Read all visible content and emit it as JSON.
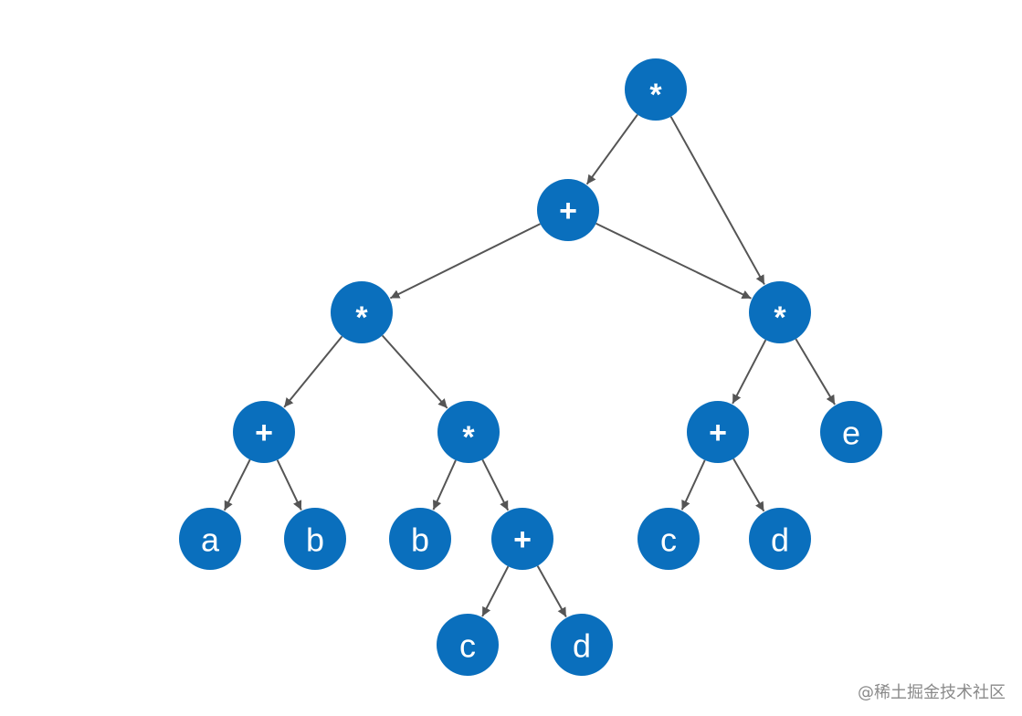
{
  "diagram": {
    "nodes": [
      {
        "id": "n1",
        "label": "*"
      },
      {
        "id": "n2",
        "label": "+"
      },
      {
        "id": "n3",
        "label": "*"
      },
      {
        "id": "n4",
        "label": "*"
      },
      {
        "id": "n5",
        "label": "+"
      },
      {
        "id": "n6",
        "label": "*"
      },
      {
        "id": "n7",
        "label": "+"
      },
      {
        "id": "n8",
        "label": "e"
      },
      {
        "id": "n9",
        "label": "a"
      },
      {
        "id": "n10",
        "label": "b"
      },
      {
        "id": "n11",
        "label": "b"
      },
      {
        "id": "n12",
        "label": "+"
      },
      {
        "id": "n13",
        "label": "c"
      },
      {
        "id": "n14",
        "label": "d"
      },
      {
        "id": "n15",
        "label": "c"
      },
      {
        "id": "n16",
        "label": "d"
      }
    ],
    "edges": [
      {
        "from": "n1",
        "to": "n2"
      },
      {
        "from": "n1",
        "to": "n4"
      },
      {
        "from": "n2",
        "to": "n3"
      },
      {
        "from": "n2",
        "to": "n4"
      },
      {
        "from": "n3",
        "to": "n5"
      },
      {
        "from": "n3",
        "to": "n6"
      },
      {
        "from": "n4",
        "to": "n7"
      },
      {
        "from": "n4",
        "to": "n8"
      },
      {
        "from": "n5",
        "to": "n9"
      },
      {
        "from": "n5",
        "to": "n10"
      },
      {
        "from": "n6",
        "to": "n11"
      },
      {
        "from": "n6",
        "to": "n12"
      },
      {
        "from": "n7",
        "to": "n13"
      },
      {
        "from": "n7",
        "to": "n14"
      },
      {
        "from": "n12",
        "to": "n15"
      },
      {
        "from": "n12",
        "to": "n16"
      }
    ],
    "colors": {
      "node_fill": "#0a6fbd",
      "node_text": "#ffffff",
      "edge": "#555555",
      "background": "#ffffff"
    }
  },
  "watermark": {
    "text": "@稀土掘金技术社区"
  }
}
